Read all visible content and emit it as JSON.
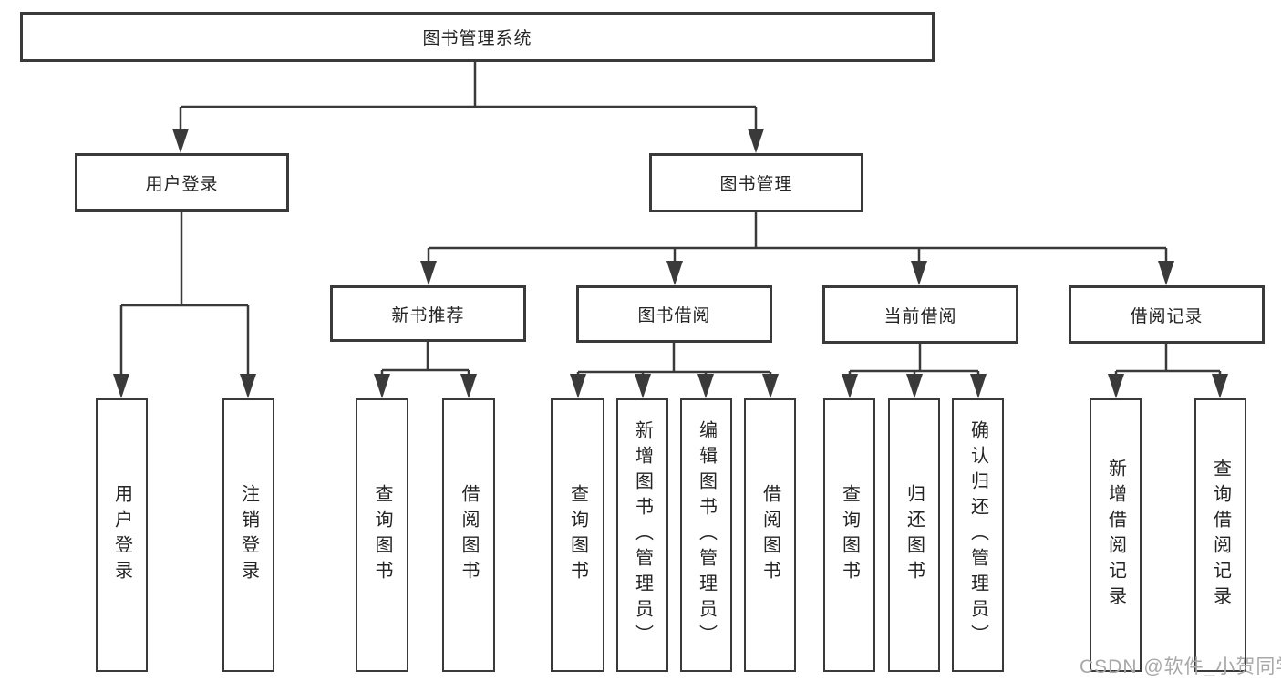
{
  "diagram": {
    "title": "图书管理系统",
    "branches": [
      {
        "label": "用户登录",
        "children": [
          {
            "label": "用户登录"
          },
          {
            "label": "注销登录"
          }
        ]
      },
      {
        "label": "图书管理",
        "children": [
          {
            "label": "新书推荐",
            "children": [
              {
                "label": "查询图书"
              },
              {
                "label": "借阅图书"
              }
            ]
          },
          {
            "label": "图书借阅",
            "children": [
              {
                "label": "查询图书"
              },
              {
                "label": "新增图书（管理员）"
              },
              {
                "label": "编辑图书（管理员）"
              },
              {
                "label": "借阅图书"
              }
            ]
          },
          {
            "label": "当前借阅",
            "children": [
              {
                "label": "查询图书"
              },
              {
                "label": "归还图书"
              },
              {
                "label": "确认归还（管理员）"
              }
            ]
          },
          {
            "label": "借阅记录",
            "children": [
              {
                "label": "新增借阅记录"
              },
              {
                "label": "查询借阅记录"
              }
            ]
          }
        ]
      }
    ]
  },
  "watermark": {
    "text": "CSDN @软件_小贺同学"
  },
  "colors": {
    "line": "#3a3a3a",
    "text": "#242424",
    "watermark": "#a8a8a8",
    "background": "#ffffff"
  }
}
